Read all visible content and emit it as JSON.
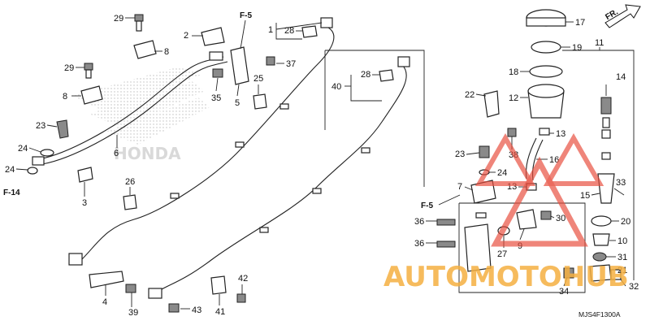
{
  "diagram": {
    "part_numbers": [
      "1",
      "2",
      "3",
      "4",
      "5",
      "6",
      "7",
      "8",
      "8",
      "9",
      "10",
      "11",
      "12",
      "13",
      "13",
      "14",
      "15",
      "16",
      "17",
      "18",
      "19",
      "20",
      "21",
      "22",
      "23",
      "23",
      "24",
      "24",
      "24",
      "25",
      "26",
      "27",
      "28",
      "28",
      "29",
      "29",
      "30",
      "31",
      "32",
      "33",
      "34",
      "35",
      "36",
      "36",
      "37",
      "38",
      "39",
      "40",
      "41",
      "42",
      "43"
    ],
    "cross_refs": [
      "F-5",
      "F-5",
      "F-14"
    ],
    "front_marker": "FR.",
    "brand_text": "HONDA",
    "diagram_code": "MJS4F1300A"
  },
  "watermark": {
    "text": "AUTOMOTOHUB",
    "colors": {
      "primary": "#f5b041",
      "warning_triangle": "#e74c3c",
      "watermark_text": "#f5b041"
    }
  }
}
